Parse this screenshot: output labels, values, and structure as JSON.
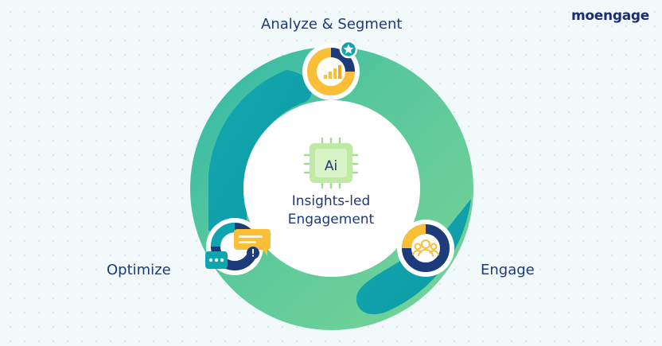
{
  "brand": {
    "logo_text": "moengage"
  },
  "cycle": {
    "center": {
      "chip_label": "Ai",
      "title_line1": "Insights-led",
      "title_line2": "Engagement"
    },
    "stages": [
      {
        "label": "Analyze & Segment",
        "icon": "bar-chart-donut-icon"
      },
      {
        "label": "Engage",
        "icon": "people-group-donut-icon"
      },
      {
        "label": "Optimize",
        "icon": "chat-bubbles-donut-icon"
      }
    ]
  },
  "colors": {
    "background": "#f1f9fb",
    "ring_green": "#6fcf97",
    "ring_teal": "#0ea5b0",
    "navy": "#1d3a7a",
    "accent_yellow": "#fbbf37",
    "chip_green": "#bfe9a5"
  }
}
